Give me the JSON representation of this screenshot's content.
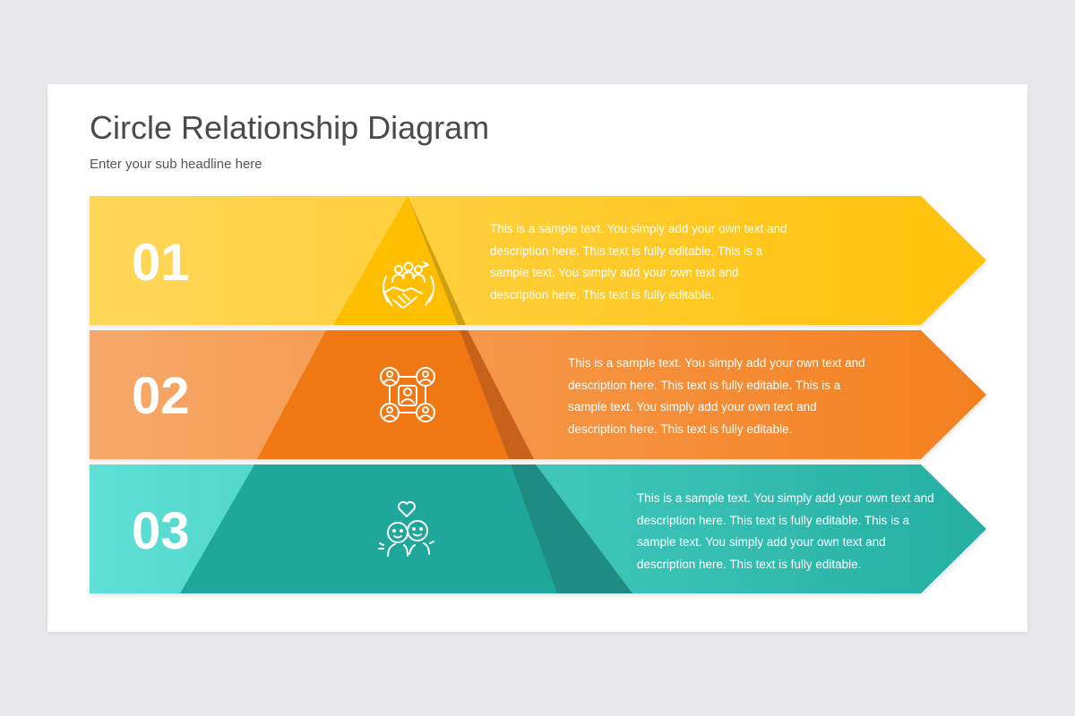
{
  "header": {
    "title": "Circle Relationship Diagram",
    "subtitle": "Enter your sub headline here"
  },
  "steps": [
    {
      "number": "01",
      "text": "This is a sample text. You simply add your own text and description here. This text is fully editable. This is a sample text. You simply add your own text and description here. This text is fully editable.",
      "icon": "handshake-team-icon",
      "color": "#FEC000"
    },
    {
      "number": "02",
      "text": "This is a sample text. You simply add your own text and description here. This text is fully editable. This is a sample text. You simply add your own text and description here. This text is fully editable.",
      "icon": "team-network-icon",
      "color": "#F47A12"
    },
    {
      "number": "03",
      "text": "This is a sample text. You simply add your own text and description here. This text is fully editable. This is a sample text. You simply add your own text and description here. This text is fully editable.",
      "icon": "friends-heart-icon",
      "color": "#20A99C"
    }
  ]
}
